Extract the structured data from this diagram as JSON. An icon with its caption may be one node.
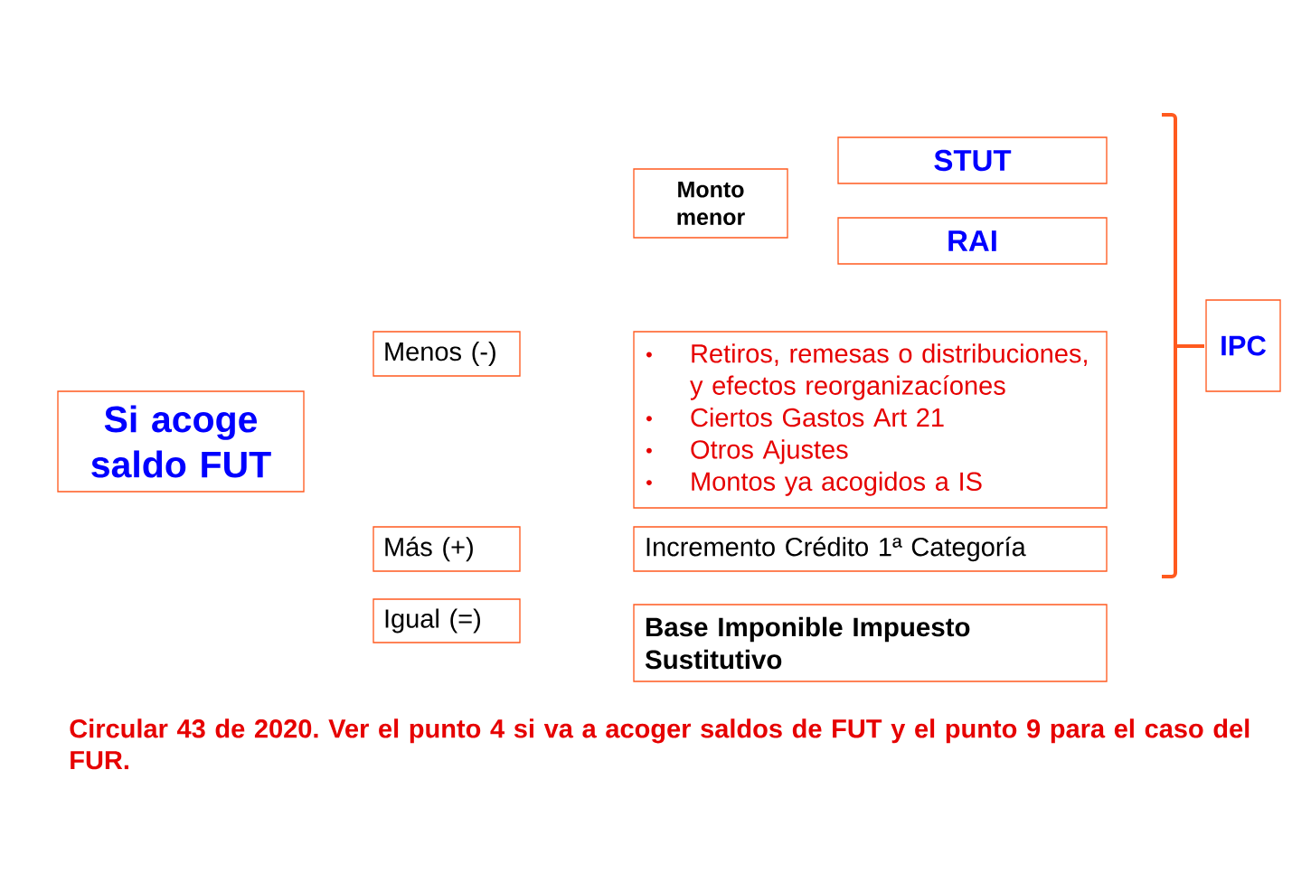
{
  "diagram": {
    "caption": "Circular 43 de 2020. Ver el punto 4 si va a acoger saldos de FUT y el punto 9 para el caso del FUR.",
    "nodes": [
      {
        "text": [
          "STUT"
        ]
      },
      {
        "text": [
          "Monto menor"
        ]
      },
      {
        "text": [
          "RAI"
        ]
      },
      {
        "text": [
          "IPC"
        ]
      },
      {
        "text": [
          "Menos (-)"
        ]
      },
      {
        "text": [
          "Retiros, remesas o distribuciones, y efectos reorganizacíones",
          "Ciertos Gastos Art 21",
          "Otros Ajustes",
          "Montos ya acogidos a IS"
        ]
      },
      {
        "text": [
          "Si acoge saldo FUT"
        ]
      },
      {
        "text": [
          "Más (+)"
        ]
      },
      {
        "text": [
          "Incremento Crédito 1ª Categoría"
        ]
      },
      {
        "text": [
          "Igual (=)"
        ]
      },
      {
        "text": [
          "Base Imponible Impuesto Sustitutivo"
        ]
      }
    ]
  }
}
